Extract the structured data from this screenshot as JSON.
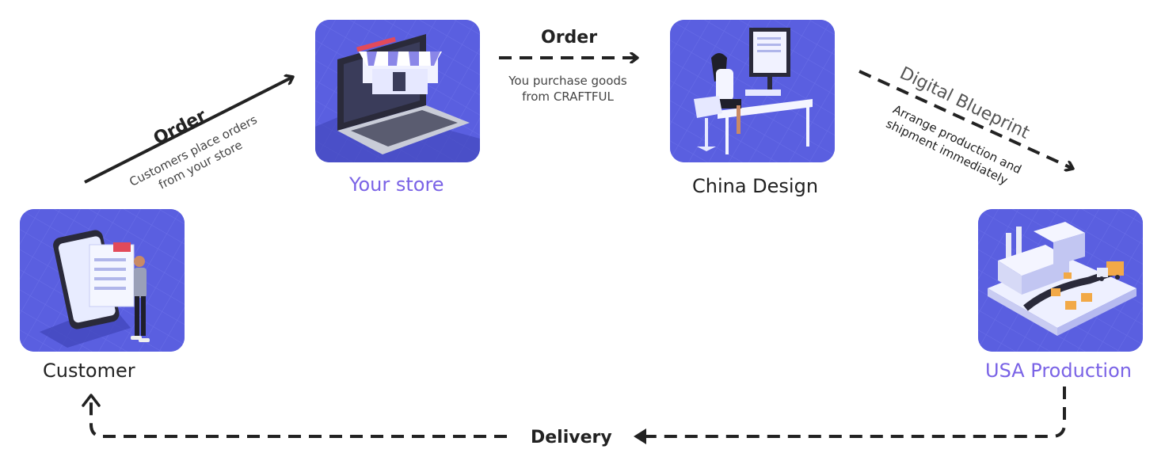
{
  "colors": {
    "tile_bg": "#5a5fe0",
    "accent": "#7a63e6",
    "arrow": "#222222"
  },
  "nodes": {
    "customer": {
      "label": "Customer",
      "icon": "phone-shopping-icon"
    },
    "store": {
      "label": "Your store",
      "icon": "laptop-storefront-icon"
    },
    "china": {
      "label": "China Design",
      "icon": "designer-at-desk-icon"
    },
    "usa": {
      "label": "USA Production",
      "icon": "factory-icon"
    }
  },
  "edges": {
    "customer_to_store": {
      "title": "Order",
      "note_line1": "Customers place orders",
      "note_line2": "from your store"
    },
    "store_to_china": {
      "title": "Order",
      "note_line1": "You purchase goods",
      "note_line2": "from CRAFTFUL"
    },
    "china_to_usa": {
      "title": "Digital Blueprint",
      "note_line1": "Arrange production and",
      "note_line2": "shipment immediately"
    },
    "usa_to_customer": {
      "title": "Delivery"
    }
  }
}
